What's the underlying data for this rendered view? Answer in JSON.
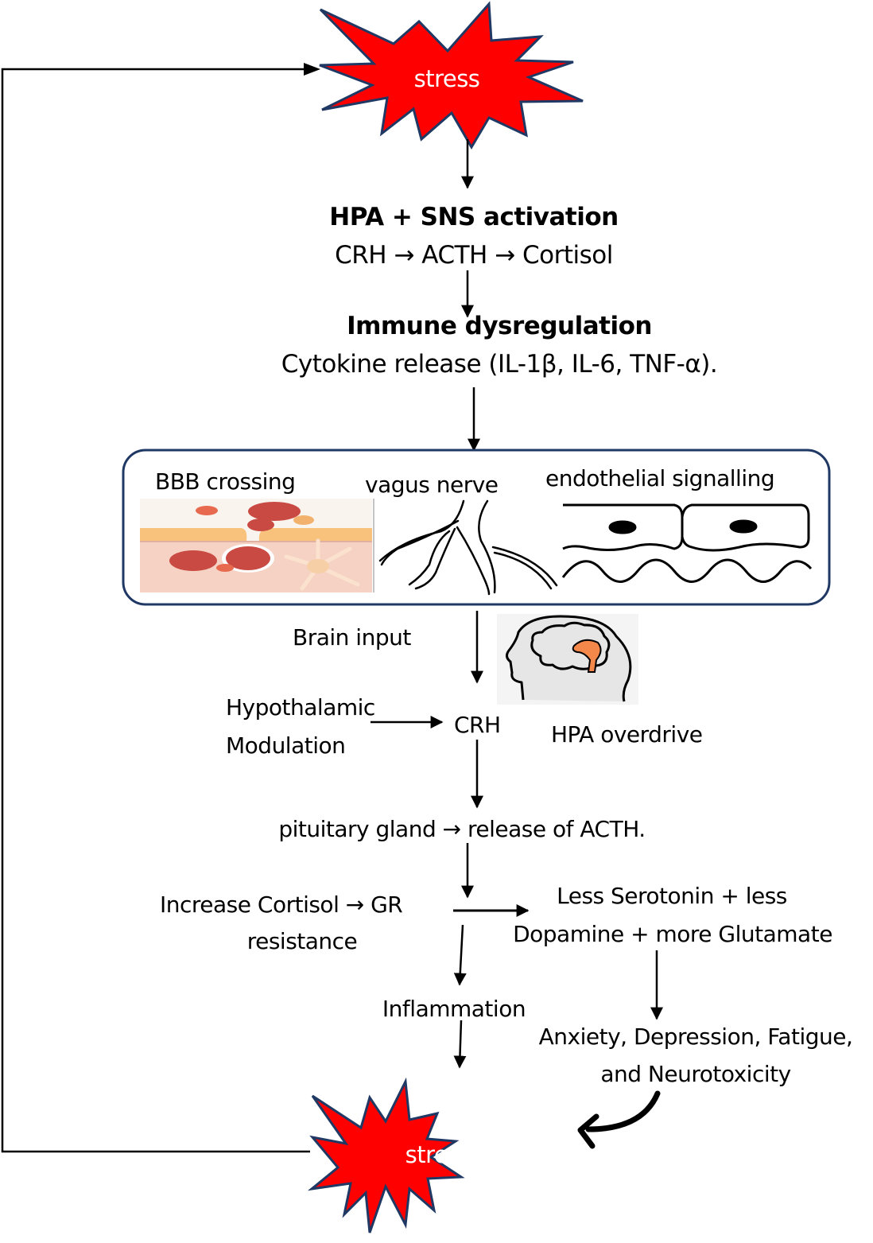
{
  "colors": {
    "burst_fill": "#ff0000",
    "burst_stroke": "#1f3864",
    "panel_border": "#1f3864",
    "orange": "#f4884a",
    "head_fill": "#e6e6e6"
  },
  "top_burst": {
    "label": "stress"
  },
  "bottom_burst": {
    "label": "stress"
  },
  "hpa": {
    "title": "HPA + SNS activation",
    "chain": "CRH → ACTH → Cortisol"
  },
  "immune": {
    "title": "Immune dysregulation",
    "detail": "Cytokine release (IL-1β, IL-6, TNF-α)."
  },
  "routes_panel": {
    "items": [
      {
        "label": "BBB crossing",
        "icon": "blood-brain-barrier-illustration"
      },
      {
        "label": "vagus nerve",
        "icon": "nerve-branches-illustration"
      },
      {
        "label": "endothelial signalling",
        "icon": "endothelial-cells-illustration"
      }
    ]
  },
  "brain_input": {
    "label": "Brain input",
    "icon": "head-brain-icon"
  },
  "hypothalamic": {
    "line1": "Hypothalamic",
    "line2": "Modulation"
  },
  "crh": {
    "label": "CRH"
  },
  "hpa_overdrive": {
    "label": "HPA overdrive"
  },
  "pituitary": {
    "label": "pituitary gland → release of ACTH."
  },
  "cortisol": {
    "line1": "Increase Cortisol → GR",
    "line2": "resistance"
  },
  "neuro": {
    "line1": "Less Serotonin + less",
    "line2": "Dopamine + more Glutamate"
  },
  "inflammation": {
    "label": "Inflammation"
  },
  "outcomes": {
    "line1": "Anxiety, Depression, Fatigue,",
    "line2": "and Neurotoxicity"
  }
}
